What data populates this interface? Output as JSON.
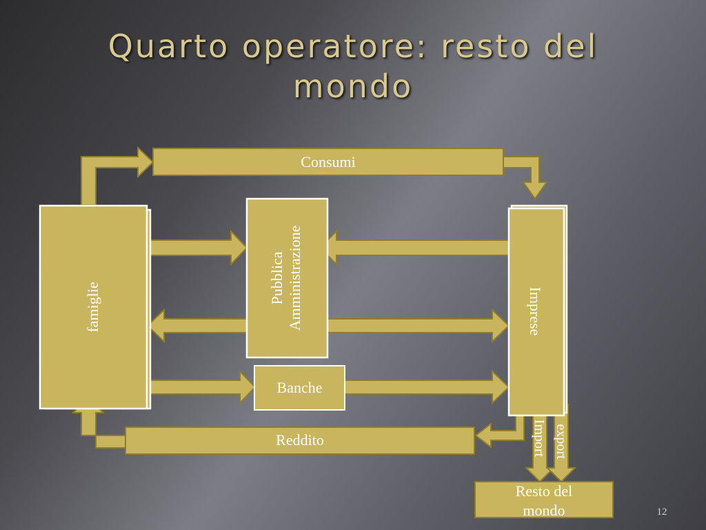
{
  "title_line1": "Quarto operatore: resto del",
  "title_line2": "mondo",
  "boxes": {
    "famiglie": "famiglie",
    "pubblica_line1": "Pubblica",
    "pubblica_line2": "Amministrazione",
    "imprese": "Imprese",
    "banche": "Banche",
    "consumi": "Consumi",
    "reddito": "Reddito",
    "resto_line1": "Resto del",
    "resto_line2": "mondo",
    "import": "Import",
    "export": "export"
  },
  "page_number": "12",
  "colors": {
    "fill": "#c9b55e",
    "stroke": "#8f7d2c",
    "box_white": "#ffffff",
    "title": "#d9c98f"
  }
}
